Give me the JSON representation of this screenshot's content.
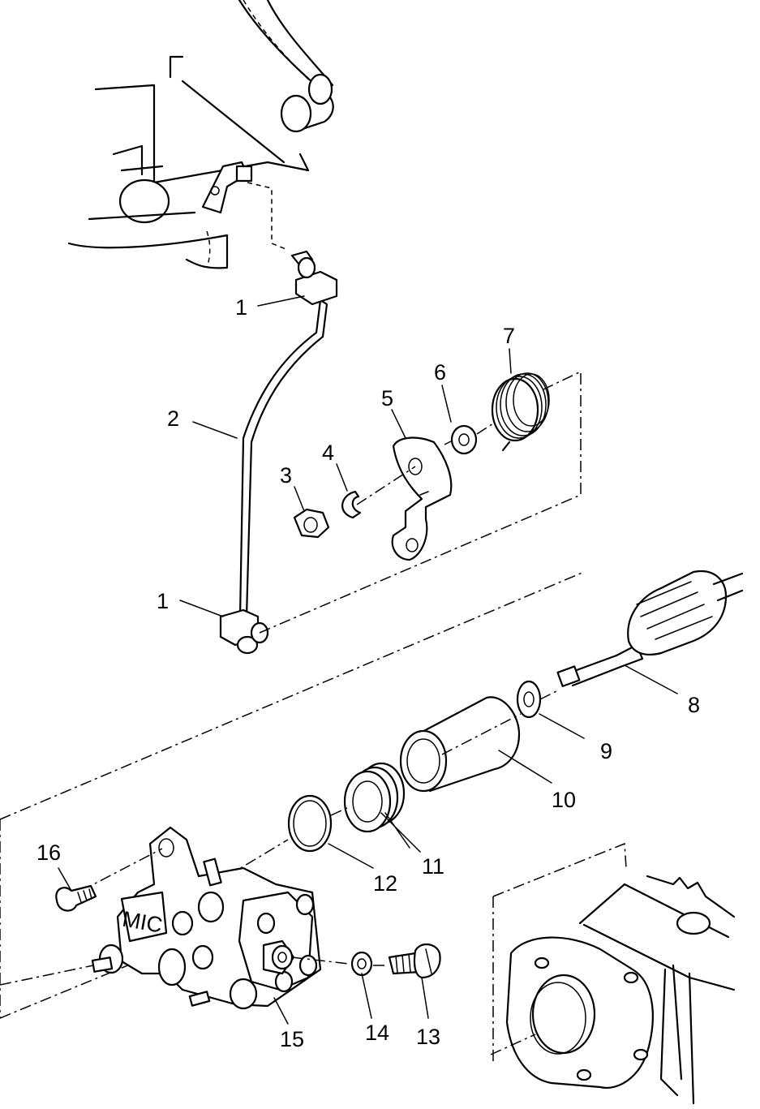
{
  "callouts": [
    {
      "id": "c1a",
      "label": "1"
    },
    {
      "id": "c1b",
      "label": "1"
    },
    {
      "id": "c2",
      "label": "2"
    },
    {
      "id": "c3",
      "label": "3"
    },
    {
      "id": "c4",
      "label": "4"
    },
    {
      "id": "c5",
      "label": "5"
    },
    {
      "id": "c6",
      "label": "6"
    },
    {
      "id": "c7",
      "label": "7"
    },
    {
      "id": "c8",
      "label": "8"
    },
    {
      "id": "c9",
      "label": "9"
    },
    {
      "id": "c10",
      "label": "10"
    },
    {
      "id": "c11",
      "label": "11"
    },
    {
      "id": "c12",
      "label": "12"
    },
    {
      "id": "c13",
      "label": "13"
    },
    {
      "id": "c14",
      "label": "14"
    },
    {
      "id": "c15",
      "label": "15"
    },
    {
      "id": "c16",
      "label": "16"
    }
  ],
  "pump_marking": "MIC"
}
